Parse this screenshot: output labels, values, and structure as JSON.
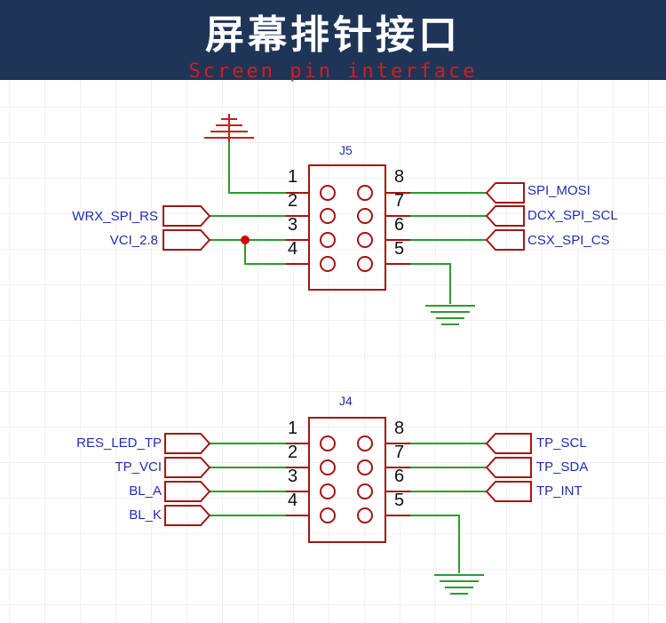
{
  "header": {
    "title": "屏幕排针接口",
    "subtitle": "Screen pin interface"
  },
  "colors": {
    "header_bg": "#1f3558",
    "wire": "#2e9b2e",
    "component": "#a31515",
    "net_label_text": "#1f2fb0",
    "junction": "#d40000",
    "grid": "#e3e3e3"
  },
  "connectors": [
    {
      "ref": "J5",
      "pins_left": [
        "1",
        "2",
        "3",
        "4"
      ],
      "pins_right": [
        "8",
        "7",
        "6",
        "5"
      ],
      "left_nets": [
        "WRX_SPI_RS",
        "VCI_2.8"
      ],
      "right_nets": [
        "SPI_MOSI",
        "DCX_SPI_SCL",
        "CSX_SPI_CS"
      ]
    },
    {
      "ref": "J4",
      "pins_left": [
        "1",
        "2",
        "3",
        "4"
      ],
      "pins_right": [
        "8",
        "7",
        "6",
        "5"
      ],
      "left_nets": [
        "RES_LED_TP",
        "TP_VCI",
        "BL_A",
        "BL_K"
      ],
      "right_nets": [
        "TP_SCL",
        "TP_SDA",
        "TP_INT"
      ]
    }
  ]
}
